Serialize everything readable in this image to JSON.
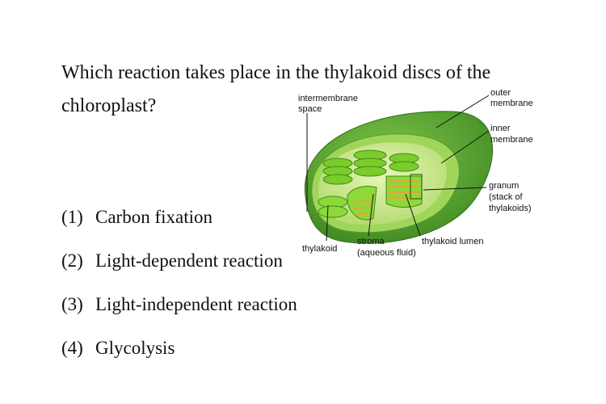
{
  "question": {
    "text": "Which reaction takes place in the thylakoid discs of the chloroplast?"
  },
  "choices": [
    {
      "number": "(1)",
      "text": "Carbon fixation"
    },
    {
      "number": "(2)",
      "text": "Light-dependent reaction"
    },
    {
      "number": "(3)",
      "text": "Light-independent reaction"
    },
    {
      "number": "(4)",
      "text": "Glycolysis"
    }
  ],
  "diagram": {
    "labels": {
      "intermembrane_1": "intermembrane",
      "intermembrane_2": "space",
      "outer_1": "outer",
      "outer_2": "membrane",
      "inner_1": "inner",
      "inner_2": "membrane",
      "granum_1": "granum",
      "granum_2": "(stack of",
      "granum_3": "thylakoids)",
      "thylakoid": "thylakoid",
      "stroma_1": "stroma",
      "stroma_2": "(aqueous fluid)",
      "lumen": "thylakoid lumen"
    },
    "colors": {
      "outer_membrane": "#4f9a2c",
      "inner_membrane": "#8fca4a",
      "stroma": "#c8e88a",
      "thylakoid": "#7bcc2a",
      "lumen": "#e8a23a"
    }
  }
}
